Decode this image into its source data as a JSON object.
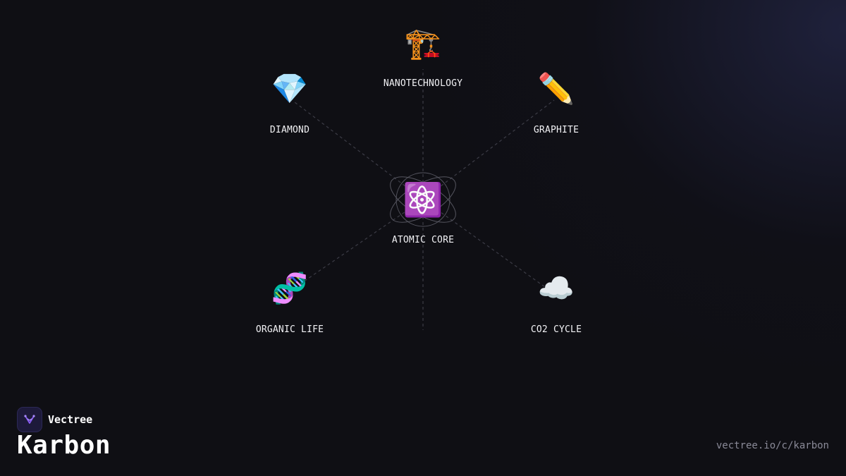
{
  "diagram": {
    "center": {
      "label": "ATOMIC CORE",
      "icon": "atom-symbol-icon",
      "glyph": "⚛️"
    },
    "nodes": [
      {
        "id": "nanotechnology",
        "label": "NANOTECHNOLOGY",
        "icon": "construction-crane-icon",
        "glyph": "🏗️"
      },
      {
        "id": "diamond",
        "label": "DIAMOND",
        "icon": "gem-stone-icon",
        "glyph": "💎"
      },
      {
        "id": "graphite",
        "label": "GRAPHITE",
        "icon": "pencil-icon",
        "glyph": "✏️"
      },
      {
        "id": "organic-life",
        "label": "ORGANIC LIFE",
        "icon": "dna-icon",
        "glyph": "🧬"
      },
      {
        "id": "co2-cycle",
        "label": "CO2 CYCLE",
        "icon": "cloud-icon",
        "glyph": "☁️"
      }
    ],
    "colors": {
      "background": "#0f0f14",
      "connector": "#3c3c46",
      "orbit": "#55555f",
      "label": "#f2f2f5"
    }
  },
  "brand": {
    "name": "Vectree",
    "logo_icon": "vectree-logo-icon",
    "logo_color": "#8b5cf6"
  },
  "page": {
    "title": "Karbon",
    "url": "vectree.io/c/karbon"
  }
}
